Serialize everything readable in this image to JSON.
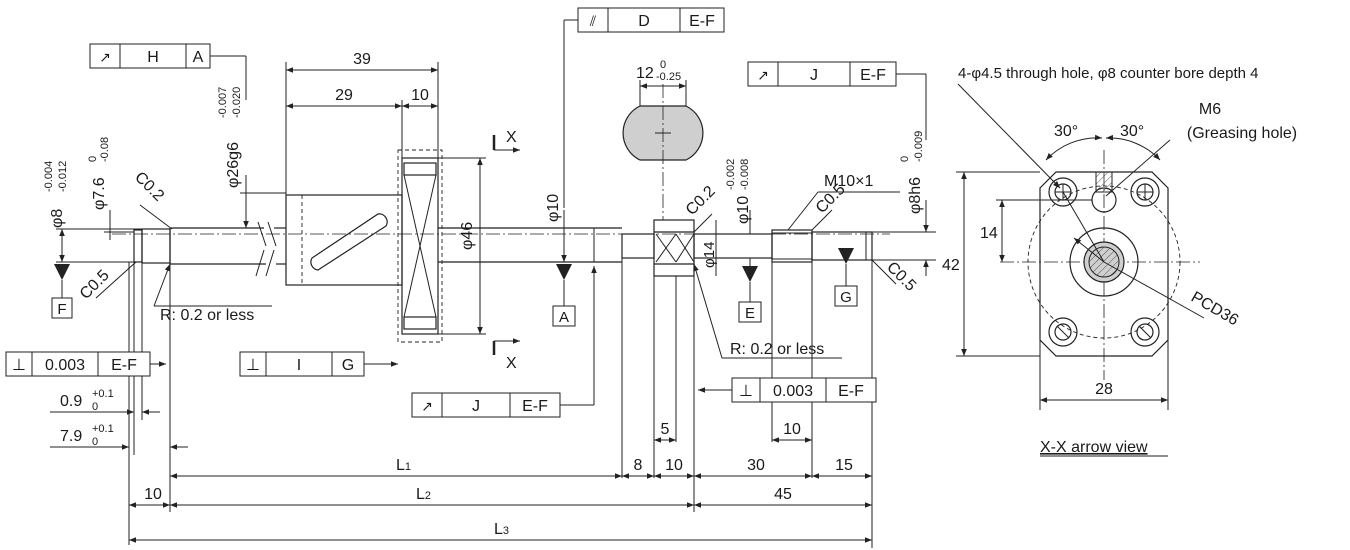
{
  "fcf": {
    "h": {
      "sym": "↗",
      "tol": "H",
      "datum": "A"
    },
    "d": {
      "sym": "⫽",
      "tol": "D",
      "datum": "E-F"
    },
    "j_top": {
      "sym": "↗",
      "tol": "J",
      "datum": "E-F"
    },
    "perp_left": {
      "sym": "⊥",
      "tol": "0.003",
      "datum": "E-F"
    },
    "i_g": {
      "sym": "⊥",
      "tol": "I",
      "datum": "G"
    },
    "j_bottom": {
      "sym": "↗",
      "tol": "J",
      "datum": "E-F"
    },
    "perp_right": {
      "sym": "⊥",
      "tol": "0.003",
      "datum": "E-F"
    }
  },
  "datums": {
    "a": "A",
    "e": "E",
    "f": "F",
    "g": "G"
  },
  "section": "X",
  "dims": {
    "d39": "39",
    "d29": "29",
    "d10_flange": "10",
    "d26": "φ26g6",
    "d26_up": "-0.007",
    "d26_lo": "-0.020",
    "d8": "φ8",
    "d8_up": "-0.004",
    "d8_lo": "-0.012",
    "d76": "φ7.6",
    "d76_up": "0",
    "d76_lo": "-0.08",
    "d46": "φ46",
    "d10_shaft": "φ10",
    "d14": "φ14",
    "d10b": "φ10",
    "d10b_up": "-0.002",
    "d10b_lo": "-0.008",
    "d8h6": "φ8h6",
    "d8h6_up": "0",
    "d8h6_lo": "-0.009",
    "m10": "M10×1",
    "flat": "12",
    "flat_up": "0",
    "flat_lo": "-0.25",
    "c02a": "C0.2",
    "c05a": "C0.5",
    "c02b": "C0.2",
    "c05b": "C0.5",
    "c05c": "C0.5",
    "r_left": "R: 0.2 or less",
    "r_right": "R: 0.2 or less",
    "g09": "0.9",
    "g09_up": "+0.1",
    "g09_lo": "0",
    "g79": "7.9",
    "g79_up": "+0.1",
    "g79_lo": "0",
    "d5": "5",
    "d8b": "8",
    "d10c": "10",
    "d30": "30",
    "d15": "15",
    "d10d": "10",
    "d10e": "10",
    "d45": "45",
    "l1": "L",
    "l1s": "1",
    "l2": "L",
    "l2s": "2",
    "l3": "L",
    "l3s": "3"
  },
  "view": {
    "holes": "4-φ4.5 through hole, φ8 counter bore depth 4",
    "m6": "M6",
    "grease": "(Greasing hole)",
    "a1": "30°",
    "a2": "30°",
    "d14": "14",
    "d42": "42",
    "d28": "28",
    "pcd": "PCD36",
    "caption": "X-X arrow view"
  }
}
